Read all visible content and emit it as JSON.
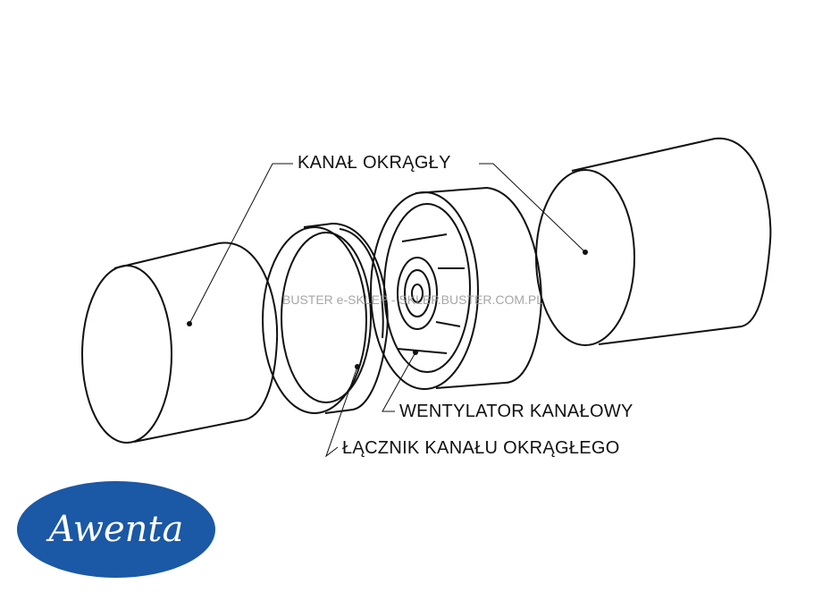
{
  "labels": {
    "round_duct": "KANAŁ OKRĄGŁY",
    "duct_fan": "WENTYLATOR KANAŁOWY",
    "round_duct_connector": "ŁĄCZNIK KANAŁU OKRĄGŁEGO"
  },
  "watermark": "BUSTER e-SKLEP - SKLEP.BUSTER.COM.PL",
  "logo": {
    "text": "Awenta",
    "color": "#1b58a6"
  }
}
